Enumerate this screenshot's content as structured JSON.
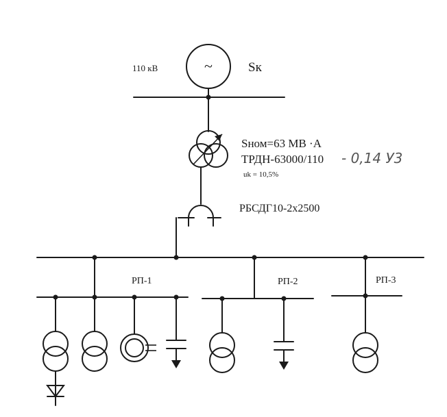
{
  "source": {
    "voltage_label": "110 кВ",
    "power_label": "Sк",
    "symbol": "~"
  },
  "transformer": {
    "rated_power_label": "Sном=63 МВ ·А",
    "type_label": "ТРДН-63000/110",
    "handwritten_note": "- 0,14  У3",
    "uk_label": "uk = 10,5%"
  },
  "reactor": {
    "label": "РБСДГ10-2х2500"
  },
  "sections": [
    {
      "label": "РП-1"
    },
    {
      "label": "РП-2"
    },
    {
      "label": "РП-3"
    }
  ],
  "colors": {
    "line": "#1a1a1a",
    "pencil": "#555555",
    "background": "#ffffff"
  }
}
